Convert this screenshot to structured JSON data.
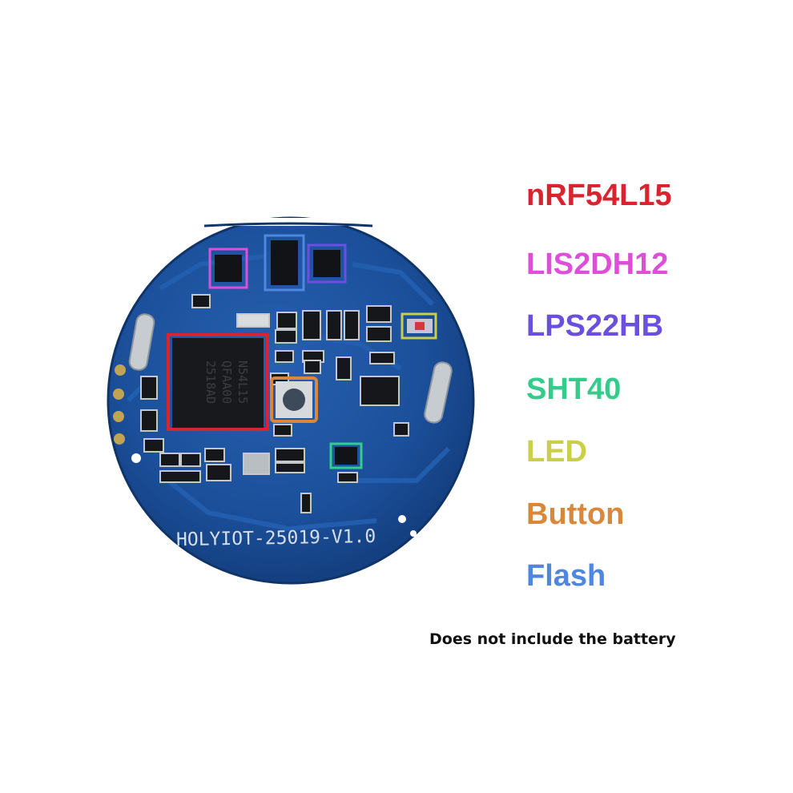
{
  "board": {
    "silkscreen": "HOLYIOT-25019-V1.0",
    "chip_marking": [
      "N54L15",
      "QFAA00",
      "2518AD"
    ],
    "pcb_color": "#1b4f9a"
  },
  "legend": [
    {
      "label": "nRF54L15",
      "color": "#d9232e"
    },
    {
      "label": "LIS2DH12",
      "color": "#de4fd9"
    },
    {
      "label": "LPS22HB",
      "color": "#6a4fe0"
    },
    {
      "label": "SHT40",
      "color": "#33cc8a"
    },
    {
      "label": "LED",
      "color": "#c9cf46"
    },
    {
      "label": "Button",
      "color": "#d9873a"
    },
    {
      "label": "Flash",
      "color": "#4f86e0"
    }
  ],
  "note": "Does not include the battery"
}
